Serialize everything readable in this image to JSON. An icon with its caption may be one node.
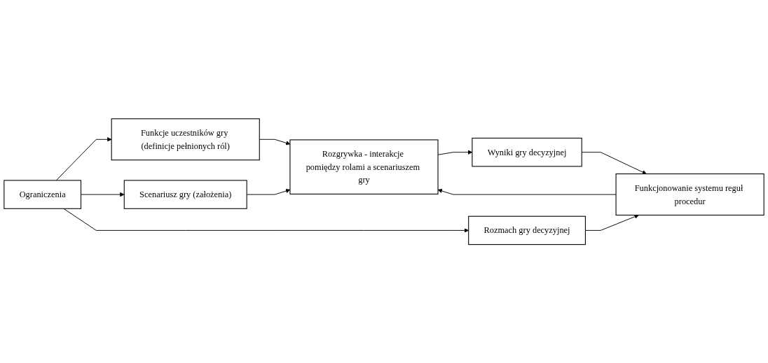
{
  "diagram": {
    "nodes": [
      {
        "text": [
          "Funkcje uczestników gry (definicje pełnionych ról)"
        ]
      },
      {
        "text": [
          "Rozgrywka - interakcje pomiędzy rolami a scenariuszem gry"
        ]
      },
      {
        "text": [
          "Wyniki gry decyzyjnej"
        ]
      },
      {
        "text": [
          "Scenariusz gry (założenia)"
        ]
      },
      {
        "text": [
          "Funkcjonowanie systemu reguł procedur"
        ]
      },
      {
        "text": [
          "Ograniczenia"
        ]
      },
      {
        "text": [
          "Rozmach gry decyzyjnej"
        ]
      }
    ],
    "edges": [
      {
        "from": 0,
        "to": 1,
        "arrow": "to"
      },
      {
        "from": 3,
        "to": 1,
        "arrow": "to"
      },
      {
        "from": 1,
        "to": 2,
        "arrow": "to"
      },
      {
        "from": 2,
        "to": 4,
        "arrow": "to"
      },
      {
        "from": 4,
        "to": 1,
        "arrow": "to"
      },
      {
        "from": 5,
        "to": 0,
        "arrow": "to"
      },
      {
        "from": 5,
        "to": 3,
        "arrow": "to"
      },
      {
        "from": 5,
        "to": 6,
        "arrow": "to"
      },
      {
        "from": 6,
        "to": 4,
        "arrow": "to"
      }
    ]
  }
}
